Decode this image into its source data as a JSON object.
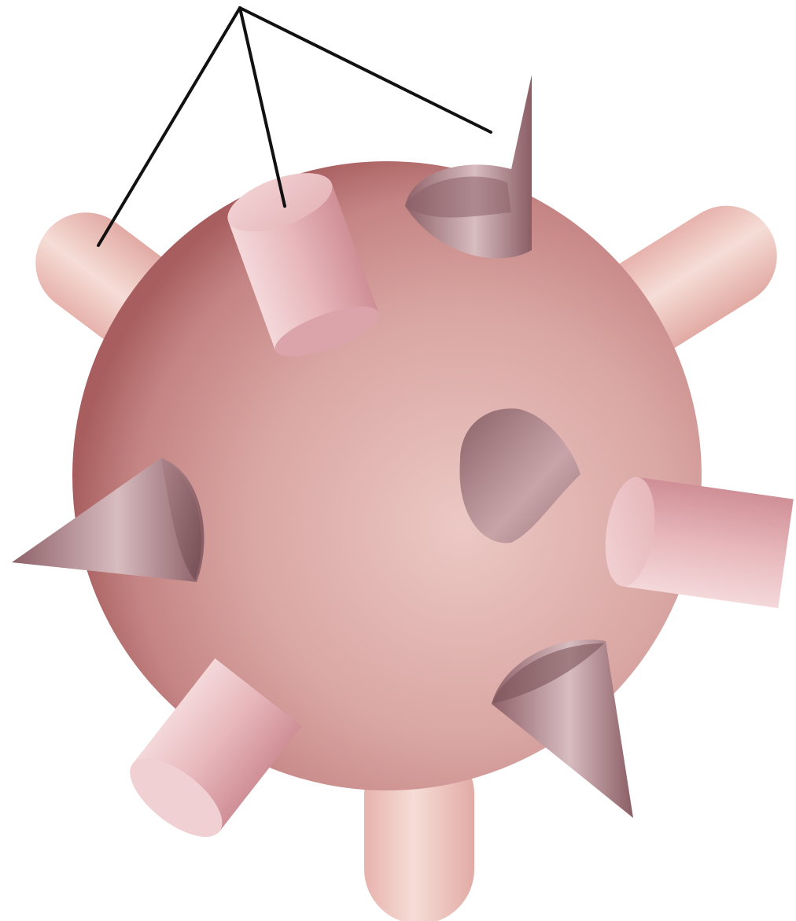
{
  "diagram": {
    "subject": "spherical-body-with-surface-projections",
    "projection_types": [
      "rounded-rod",
      "cylinder",
      "cone"
    ],
    "projection_count": 10,
    "callout_line_count": 3,
    "labels": []
  },
  "colors": {
    "background": "#ffffff",
    "body_light": "#e9c4c2",
    "body_mid": "#cf9694",
    "body_dark": "#a85e5f",
    "rod_light": "#f4dcd6",
    "rod_mid": "#e8b8b2",
    "cylinder_light": "#f1d3d5",
    "cylinder_mid": "#d99ea4",
    "cone_light": "#d9bcc0",
    "cone_mid": "#9d6f75",
    "cone_dark": "#7c5359",
    "callout_line": "#111111"
  }
}
